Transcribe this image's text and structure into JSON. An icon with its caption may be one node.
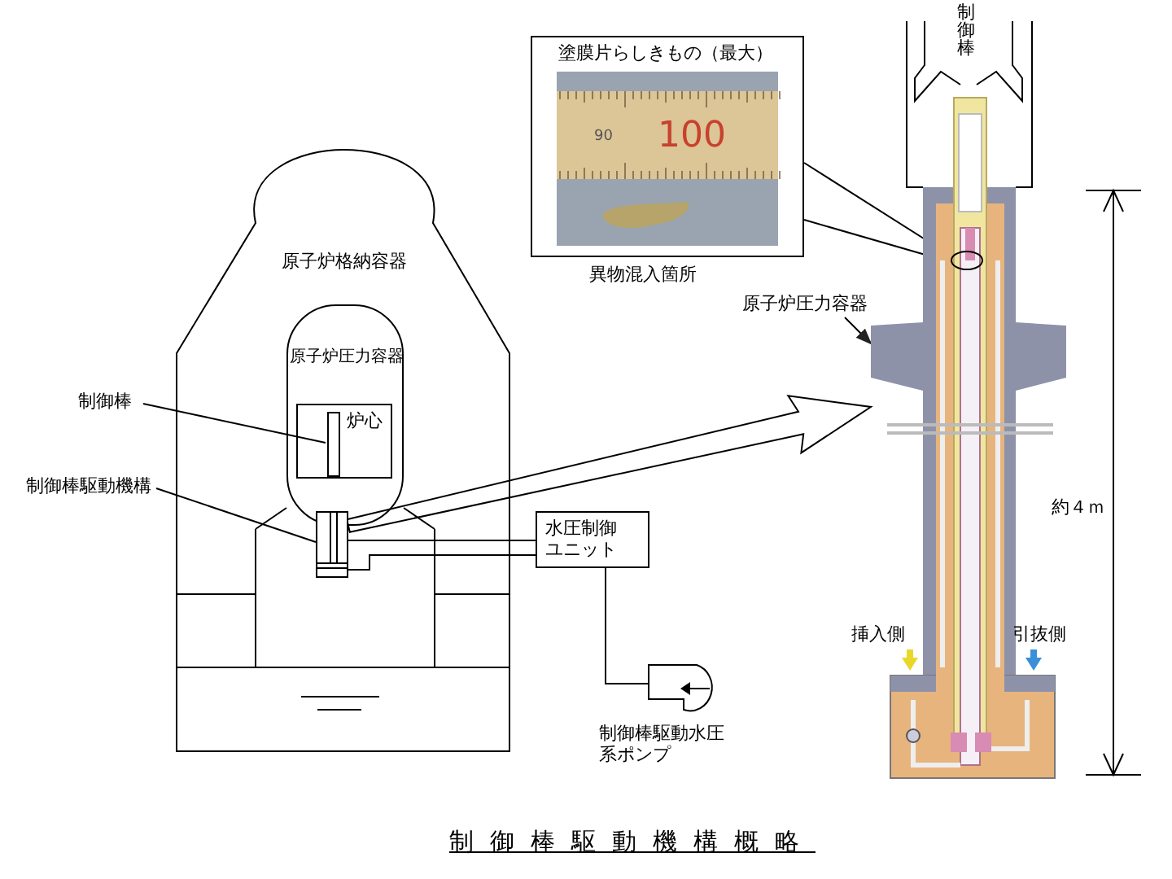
{
  "diagram": {
    "title": "制御棒駆動機構概略",
    "nodes": [
      {
        "text": [
          "原子炉格納容器"
        ]
      },
      {
        "text": [
          "原子炉圧力容器"
        ],
        "in": 0
      },
      {
        "text": [
          "炉心"
        ],
        "in": 1
      },
      {
        "text": [
          "制御棒"
        ]
      },
      {
        "text": [],
        "shape": "bar",
        "in": 2
      },
      {
        "text": [
          "制御棒駆動機構"
        ]
      },
      {
        "text": [],
        "shape": "box",
        "in": 0
      },
      {
        "text": [
          "水圧制御ユニット"
        ]
      },
      {
        "text": [],
        "shape": "pump",
        "beside": [
          "制御棒駆動水圧系ポンプ"
        ]
      },
      {
        "text": [
          "塗膜片らしきもの（最大）"
        ],
        "beside": [
          "異物混入箇所"
        ]
      },
      {
        "text": [],
        "shape": "picture"
      },
      {
        "text": [
          "原子炉圧力容器"
        ]
      },
      {
        "text": [],
        "shape": "circle",
        "in": 10
      }
    ],
    "edges": [
      {
        "from": 3,
        "to": 4,
        "arrow": "none"
      },
      {
        "from": 5,
        "to": 6,
        "arrow": "none"
      },
      {
        "from": 6,
        "to": 7,
        "arrow": "none"
      },
      {
        "from": 6,
        "to": 7,
        "arrow": "none"
      },
      {
        "from": 7,
        "to": 8,
        "arrow": "none"
      },
      {
        "from": 6,
        "to": 10,
        "arrow": "to"
      },
      {
        "from": 9,
        "to": 12,
        "arrow": "none"
      },
      {
        "from": 9,
        "to": 12,
        "arrow": "none"
      },
      {
        "from": 11,
        "to": 10,
        "arrow": "to"
      }
    ],
    "labels": [
      "制御棒",
      "90",
      "100",
      "約４ｍ",
      "挿入側",
      "引抜側"
    ]
  }
}
